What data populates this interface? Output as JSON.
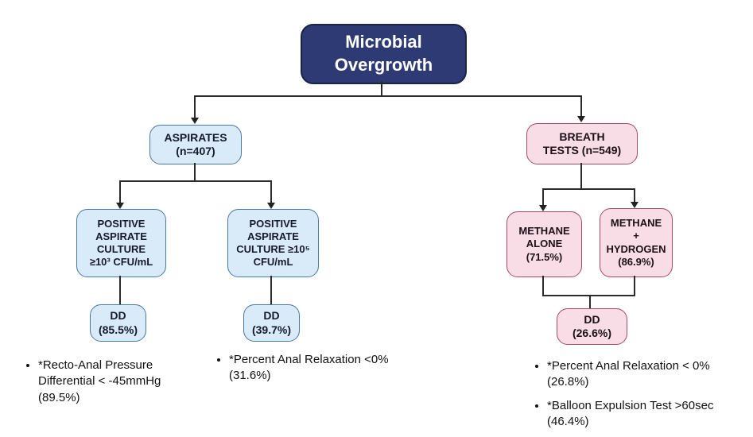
{
  "title": "Microbial Overgrowth flowchart",
  "colors": {
    "root_fill": "#2d3a74",
    "blue_fill": "#d9eaf8",
    "blue_border": "#4878a8",
    "pink_fill": "#f8dce6",
    "pink_border": "#a84a68",
    "line": "#2b2b2b"
  },
  "root": {
    "lines": [
      "Microbial",
      "Overgrowth"
    ]
  },
  "nodes": {
    "aspirates": {
      "lines": [
        "ASPIRATES",
        "(n=407)"
      ]
    },
    "breath_tests": {
      "lines": [
        "BREATH",
        "TESTS (n=549)"
      ]
    },
    "positive_culture_10_3": {
      "lines": [
        "POSITIVE",
        "ASPIRATE",
        "CULTURE",
        "≥10³ CFU/mL"
      ]
    },
    "positive_culture_10_5": {
      "lines": [
        "POSITIVE",
        "ASPIRATE",
        "CULTURE ≥10⁵",
        "CFU/mL"
      ]
    },
    "methane_alone": {
      "lines": [
        "METHANE",
        "ALONE",
        "(71.5%)"
      ]
    },
    "methane_hydrogen": {
      "lines": [
        "METHANE",
        "+",
        "HYDROGEN",
        "(86.9%)"
      ]
    },
    "dd_85": {
      "lines": [
        "DD",
        "(85.5%)"
      ]
    },
    "dd_39": {
      "lines": [
        "DD",
        "(39.7%)"
      ]
    },
    "dd_26": {
      "lines": [
        "DD",
        "(26.6%)"
      ]
    }
  },
  "bullets": {
    "left": [
      "*Recto-Anal Pressure Differential < -45mmHg (89.5%)"
    ],
    "middle": [
      "*Percent Anal Relaxation <0% (31.6%)"
    ],
    "right": [
      "*Percent Anal Relaxation < 0% (26.8%)",
      "*Balloon Expulsion Test >60sec (46.4%)"
    ]
  }
}
